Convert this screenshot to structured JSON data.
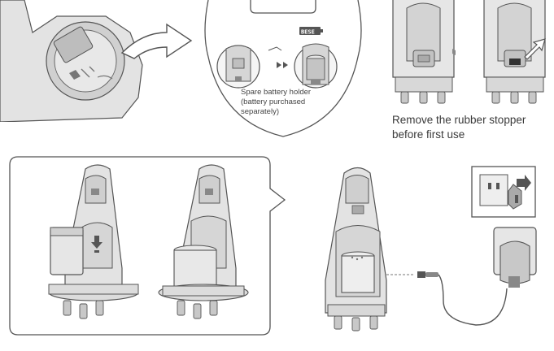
{
  "captions": {
    "spare_holder": [
      "Spare battery holder",
      "(battery purchased",
      "separately)"
    ],
    "remove_stopper": [
      "Remove the rubber stopper",
      "before first use"
    ]
  },
  "battery_label": "BESE",
  "colors": {
    "outline": "#555555",
    "light_gray": "#e3e3e3",
    "mid_gray": "#c8c8c8",
    "dark_gray": "#9a9a9a",
    "arrow_fill": "#ffffff"
  }
}
